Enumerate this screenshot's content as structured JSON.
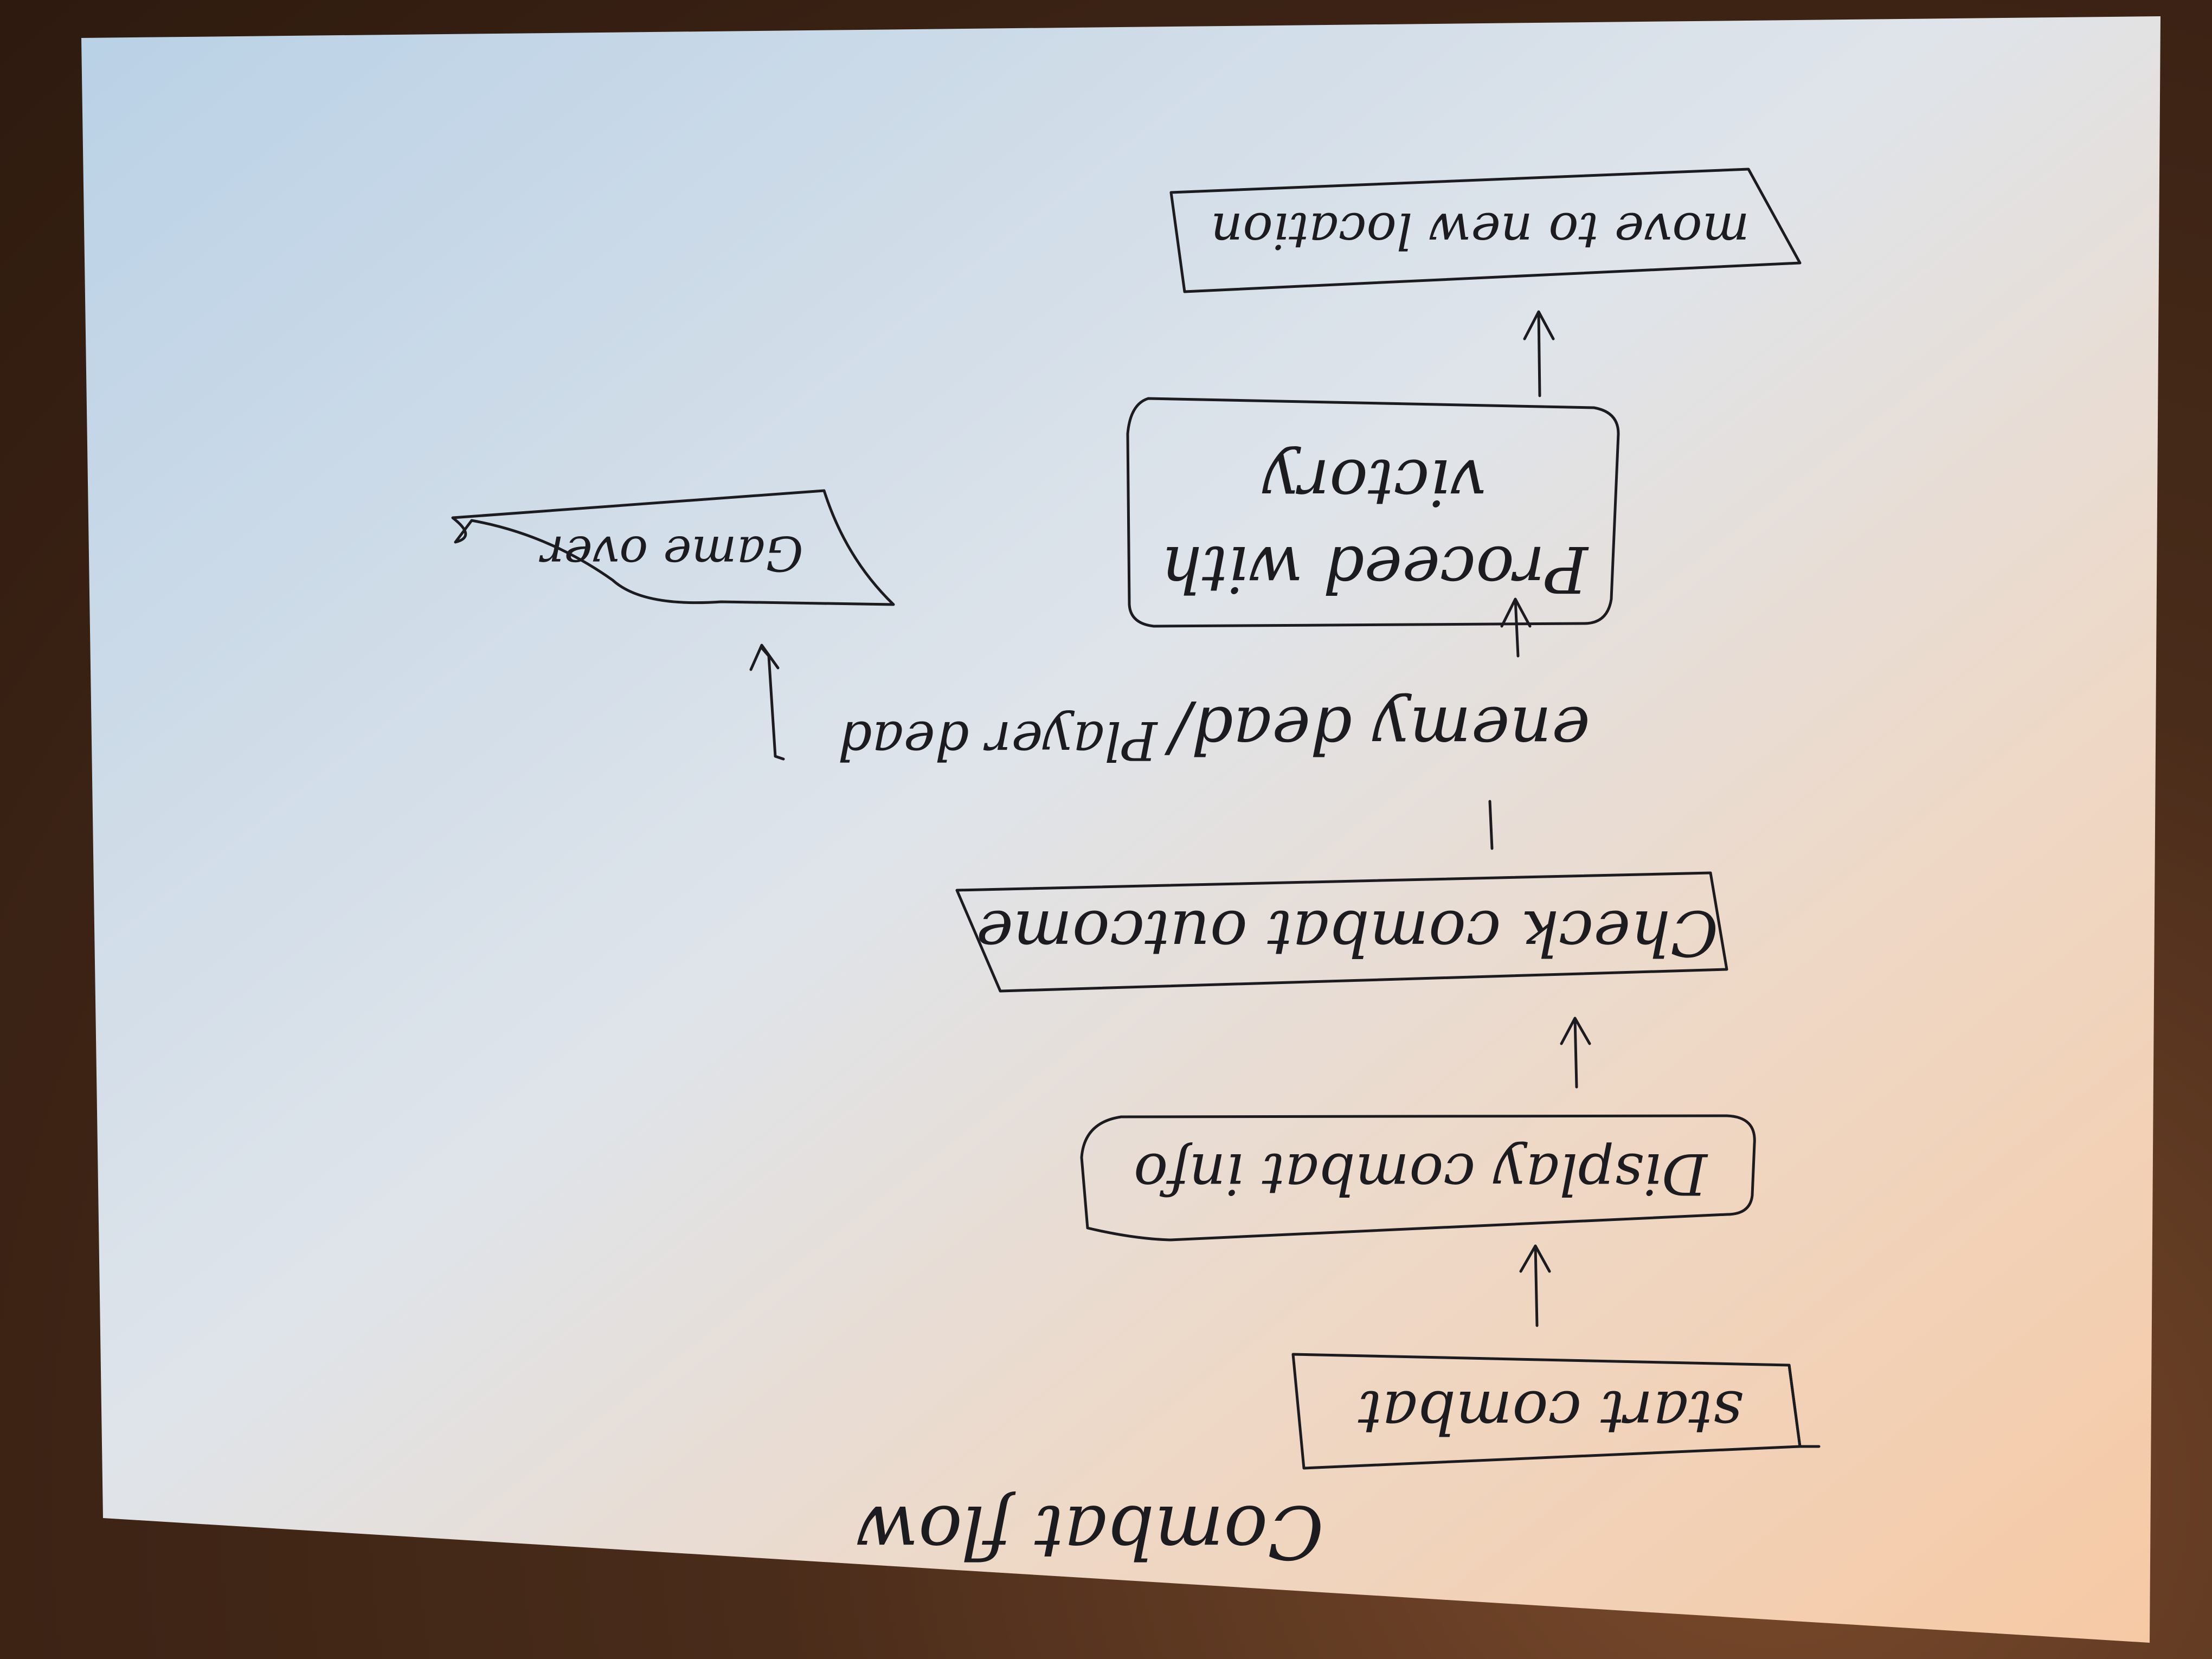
{
  "diagram": {
    "title": "Combat flow",
    "nodes": [
      {
        "id": "start",
        "label": "start combat",
        "shape": "rectangle"
      },
      {
        "id": "display",
        "label": "Display combat info",
        "shape": "rounded"
      },
      {
        "id": "check",
        "label": "Check combat outcome",
        "shape": "rectangle"
      },
      {
        "id": "proceed",
        "label": "Proceed with victory",
        "shape": "rounded"
      },
      {
        "id": "move",
        "label": "move to new location",
        "shape": "rectangle"
      },
      {
        "id": "gameover",
        "label": "Game over",
        "shape": "wavy-document"
      }
    ],
    "branch_labels": {
      "enemy": "enemy dead/",
      "player": "Player dead"
    },
    "edges": [
      {
        "from": "start",
        "to": "display"
      },
      {
        "from": "display",
        "to": "check"
      },
      {
        "from": "check",
        "to": "proceed",
        "label": "enemy dead/"
      },
      {
        "from": "check",
        "to": "gameover",
        "label": "Player dead"
      },
      {
        "from": "proceed",
        "to": "move"
      }
    ]
  },
  "colors": {
    "ink": "#1b1b20",
    "paper_blue": "#a9c4de",
    "paper_warm": "#f3d2b4",
    "table": "#3a2417"
  }
}
